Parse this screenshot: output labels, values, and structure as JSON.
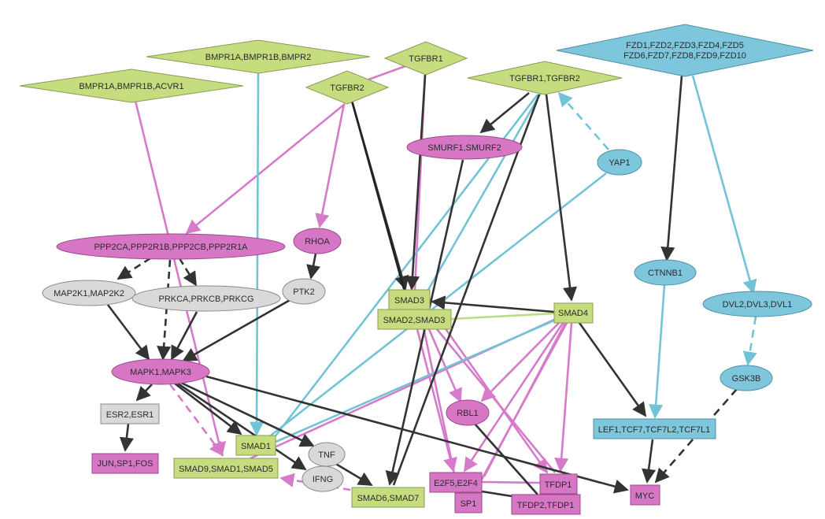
{
  "colors": {
    "green_fill": "#c5dd7f",
    "green_stroke": "#8a9a57",
    "magenta_fill": "#d876c6",
    "magenta_stroke": "#9c4a8c",
    "cyan_fill": "#7dc6dc",
    "cyan_stroke": "#4f8fa6",
    "gray_fill": "#d9d9d9",
    "gray_stroke": "#8a8a8a",
    "edge_dark": "#333333",
    "edge_magenta": "#d67bc9",
    "edge_cyan": "#73c3d6",
    "edge_green": "#bcdc82"
  },
  "nodes": {
    "bmpr1a_bmpr1b_acvr1": "BMPR1A,BMPR1B,ACVR1",
    "bmpr1a_bmpr1b_bmpr2": "BMPR1A,BMPR1B,BMPR2",
    "tgfbr1": "TGFBR1",
    "tgfbr2": "TGFBR2",
    "tgfbr1_tgfbr2": "TGFBR1,TGFBR2",
    "fzd_line1": "FZD1,FZD2,FZD3,FZD4,FZD5",
    "fzd_line2": "FZD6,FZD7,FZD8,FZD9,FZD10",
    "smurf": "SMURF1,SMURF2",
    "yap1": "YAP1",
    "ppp2": "PPP2CA,PPP2R1B,PPP2CB,PPP2R1A",
    "rhoa": "RHOA",
    "ptk2": "PTK2",
    "map2k": "MAP2K1,MAP2K2",
    "prkc": "PRKCA,PRKCB,PRKCG",
    "mapk": "MAPK1,MAPK3",
    "smad3": "SMAD3",
    "smad2_smad3": "SMAD2,SMAD3",
    "smad4": "SMAD4",
    "ctnnb1": "CTNNB1",
    "dvl": "DVL2,DVL3,DVL1",
    "gsk3b": "GSK3B",
    "esr": "ESR2,ESR1",
    "jun": "JUN,SP1,FOS",
    "smad1": "SMAD1",
    "smad9": "SMAD9,SMAD1,SMAD5",
    "tnf": "TNF",
    "ifng": "IFNG",
    "smad6_smad7": "SMAD6,SMAD7",
    "rbl1": "RBL1",
    "e2f": "E2F5,E2F4",
    "sp1": "SP1",
    "tfdp1": "TFDP1",
    "tfdp2": "TFDP2,TFDP1",
    "lef": "LEF1,TCF7,TCF7L2,TCF7L1",
    "myc": "MYC"
  }
}
